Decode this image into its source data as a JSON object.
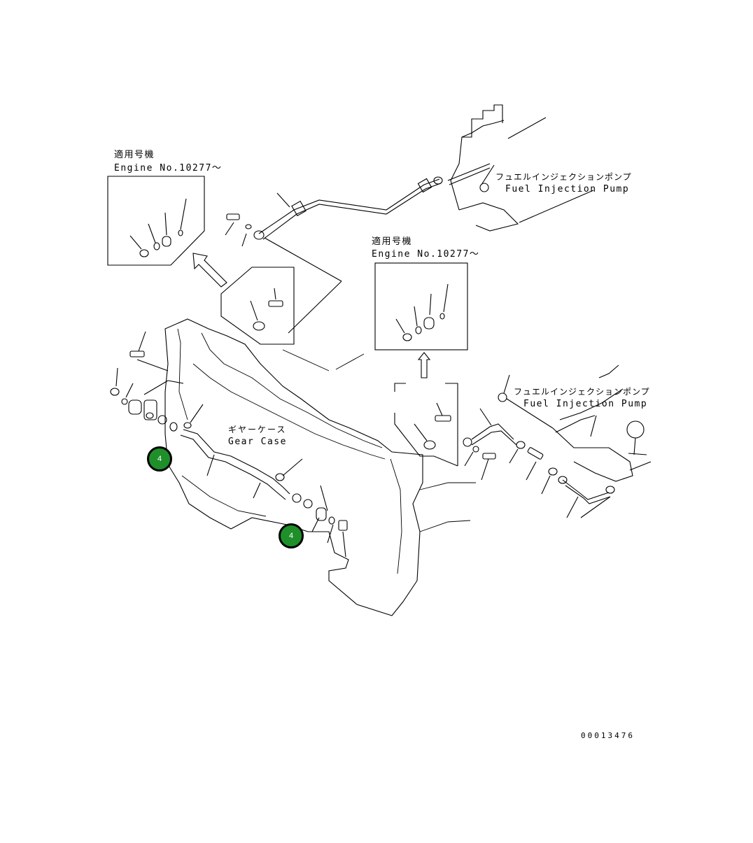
{
  "inset_left": {
    "label_jp": "適用号機",
    "label_en": "Engine No.10277〜"
  },
  "inset_right": {
    "label_jp": "適用号機",
    "label_en": "Engine No.10277〜"
  },
  "fuel_pump_top": {
    "label_jp": "フュエルインジェクションポンプ",
    "label_en": "Fuel Injection Pump"
  },
  "fuel_pump_right": {
    "label_jp": "フュエルインジェクションポンプ",
    "label_en": "Fuel Injection Pump"
  },
  "gear_case": {
    "label_jp": "ギヤーケース",
    "label_en": "Gear Case"
  },
  "markers": [
    {
      "label": "4"
    },
    {
      "label": "4"
    }
  ],
  "drawing_number": "00013476",
  "colors": {
    "marker_fill": "#1f8f2a",
    "line": "#000000"
  }
}
